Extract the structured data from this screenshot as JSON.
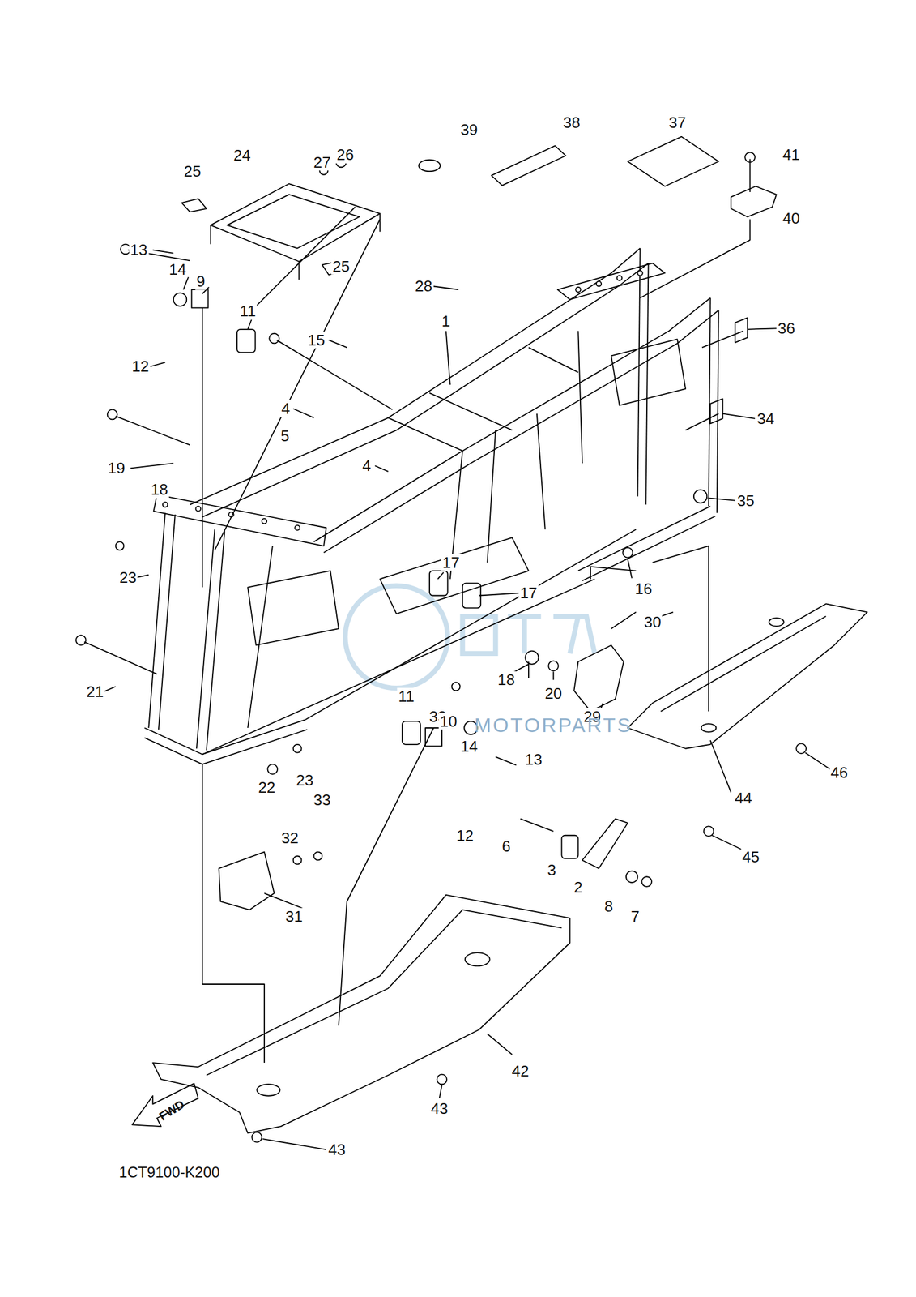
{
  "diagram": {
    "labels": [
      "39",
      "38",
      "37",
      "41",
      "24",
      "26",
      "27",
      "25",
      "40",
      "13",
      "25",
      "14",
      "9",
      "28",
      "11",
      "36",
      "15",
      "1",
      "12",
      "4",
      "34",
      "5",
      "4",
      "19",
      "18",
      "35",
      "17",
      "23",
      "16",
      "17",
      "30",
      "18",
      "20",
      "21",
      "11",
      "33",
      "29",
      "10",
      "MOTORPARTS",
      "14",
      "13",
      "46",
      "23",
      "22",
      "44",
      "33",
      "12",
      "32",
      "6",
      "45",
      "3",
      "2",
      "8",
      "7",
      "31",
      "42",
      "43",
      "FWD",
      "43",
      "1CT9100-K200"
    ]
  }
}
